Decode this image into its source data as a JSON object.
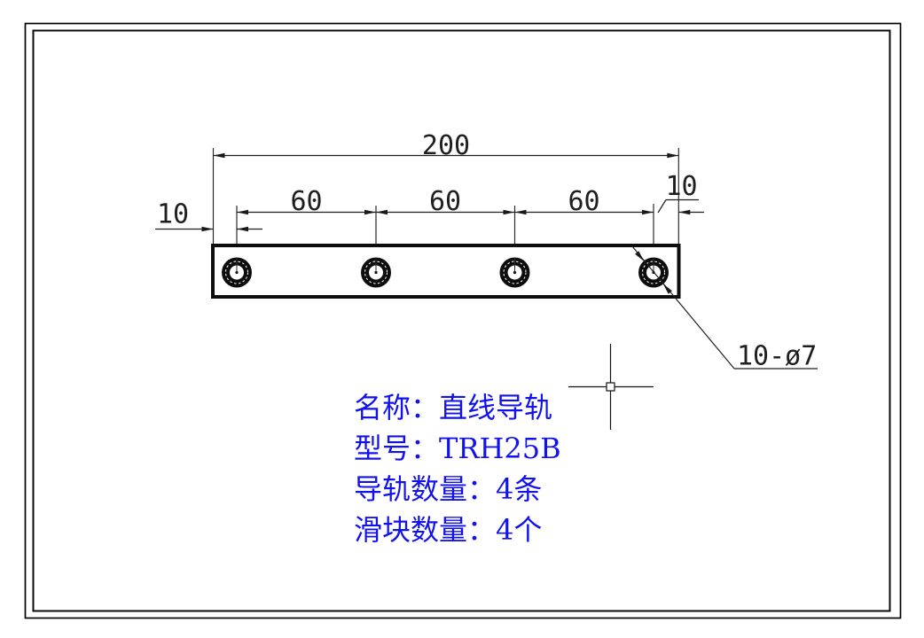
{
  "drawing": {
    "dim_overall": "200",
    "dim_spacings": [
      "60",
      "60",
      "60"
    ],
    "dim_edge_left": "10",
    "dim_edge_right": "10",
    "hole_callout": "10-ø7",
    "hole_count": 4
  },
  "specs": {
    "line1": "名称：直线导轨",
    "line2": "型号：TRH25B",
    "line3": "导轨数量：4条",
    "line4": "滑块数量：4个"
  },
  "colors": {
    "annotation_blue": "#1212ee",
    "line_color": "#1f1f1f",
    "background": "#ffffff"
  }
}
